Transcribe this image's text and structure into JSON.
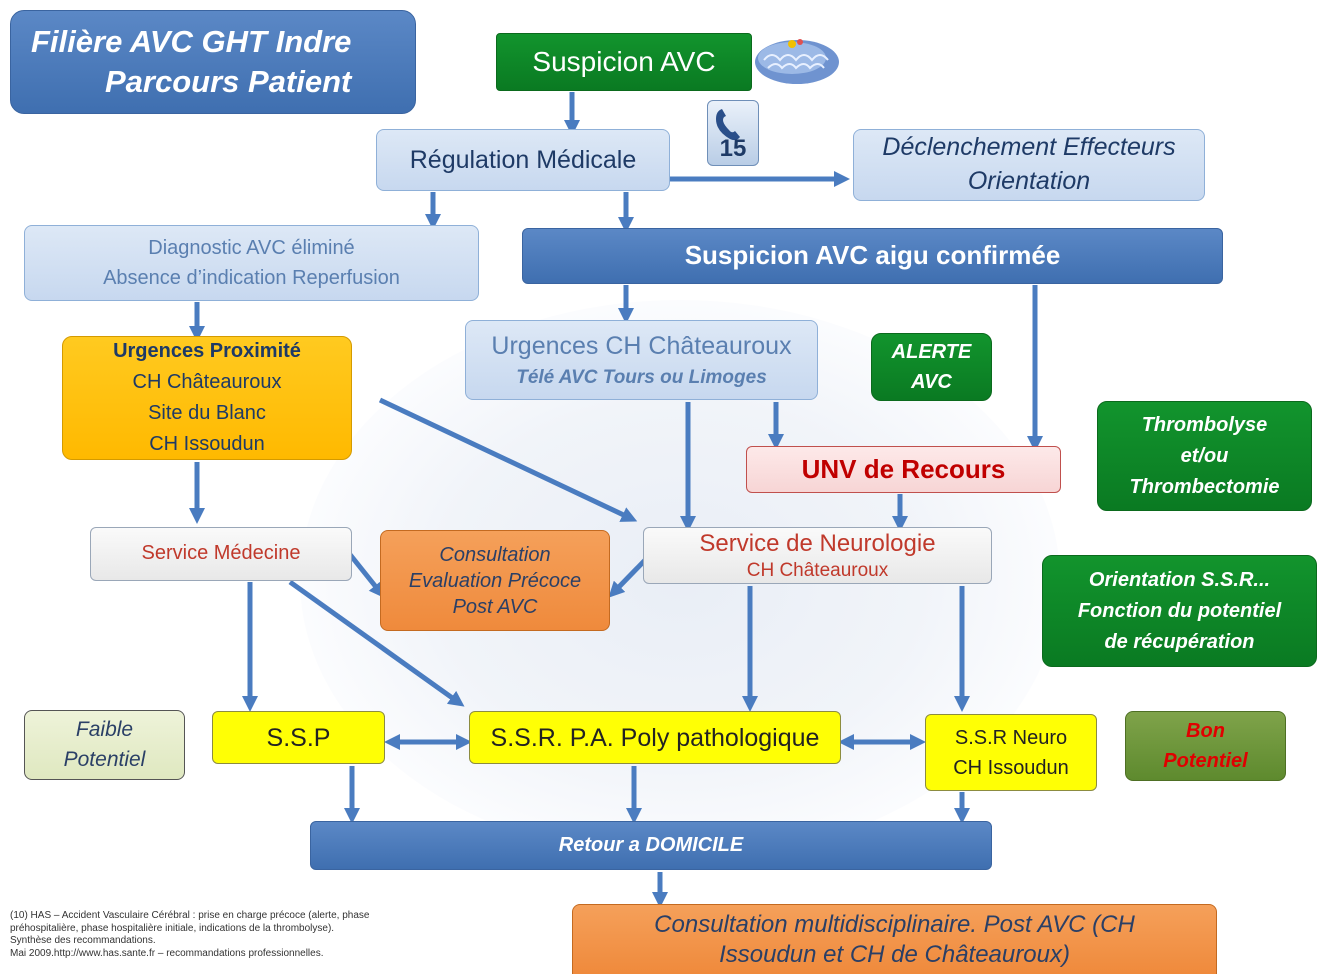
{
  "title": {
    "line1": "Filière AVC GHT Indre",
    "line2": "Parcours Patient"
  },
  "nodes": {
    "suspicion": "Suspicion AVC",
    "regulation": "Régulation Médicale",
    "phone_number": "15",
    "declenchement": {
      "line1": "Déclenchement Effecteurs",
      "line2": "Orientation"
    },
    "diagnostic": {
      "line1": "Diagnostic AVC éliminé",
      "line2": "Absence d’indication Reperfusion"
    },
    "confirmee": "Suspicion AVC aigu confirmée",
    "urgences_prox": {
      "line1": "Urgences  Proximité",
      "line2": "CH Châteauroux",
      "line3": "Site du Blanc",
      "line4": "CH Issoudun"
    },
    "urgences_ch": {
      "line1": "Urgences CH Châteauroux",
      "line2": "Télé AVC Tours ou Limoges"
    },
    "alerte": {
      "line1": "ALERTE",
      "line2": "AVC"
    },
    "thrombolyse": {
      "line1": "Thrombolyse",
      "line2": "et/ou",
      "line3": "Thrombectomie"
    },
    "unv": "UNV de Recours",
    "medecine": "Service Médecine",
    "consultation_precoce": {
      "line1": "Consultation",
      "line2": "Evaluation Précoce",
      "line3": "Post AVC"
    },
    "neurologie": {
      "line1": "Service de Neurologie",
      "line2": "CH Châteauroux"
    },
    "orientation_ssr": {
      "line1": "Orientation S.S.R...",
      "line2": "Fonction du potentiel",
      "line3": "de récupération"
    },
    "faible": {
      "line1": "Faible",
      "line2": "Potentiel"
    },
    "ssp": "S.S.P",
    "ssr_pa": "S.S.R. P.A. Poly pathologique",
    "ssr_neuro": {
      "line1": "S.S.R Neuro",
      "line2": "CH Issoudun"
    },
    "bon": {
      "line1": "Bon",
      "line2": "Potentiel"
    },
    "retour": "Retour a DOMICILE",
    "consultation_multi": {
      "line1": "Consultation multidisciplinaire. Post AVC (CH",
      "line2": "Issoudun et CH de Châteauroux)"
    }
  },
  "reference": {
    "line1": "(10) HAS – Accident  Vasculaire  Cérébral : prise en charge précoce  (alerte,  phase",
    "line2": "préhospitalière,  phase  hospitalière  initiale,  indications  de  la thrombolyse).",
    "line3": "Synthèse  des  recommandations.",
    "line4": "Mai 2009.http://www.has.sante.fr   – recommandations   professionnelles."
  },
  "colors": {
    "arrow": "#4a7cc0",
    "title_bg": "#4a7cc0",
    "dark_green": "#0a7a22",
    "unv_text": "#c00000",
    "medecine_text": "#c0392b",
    "bon_text": "#e00000"
  }
}
